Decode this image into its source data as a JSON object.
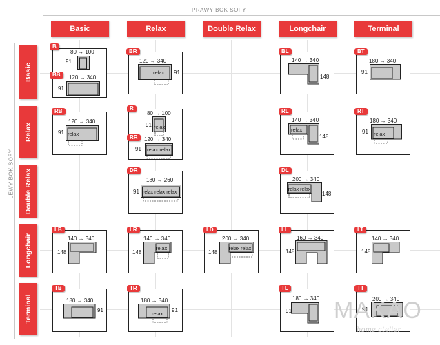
{
  "axes": {
    "top": "PRAWY BOK SOFY",
    "left": "LEWY BOK SOFY"
  },
  "columns": [
    "Basic",
    "Relax",
    "Double Relax",
    "Longchair",
    "Terminal"
  ],
  "rows": [
    "Basic",
    "Relax",
    "Double Relax",
    "Longchair",
    "Terminal"
  ],
  "cells": {
    "B": {
      "code": "B",
      "width": "80 → 100",
      "depth": "91"
    },
    "BB": {
      "code": "BB",
      "width": "120 → 340",
      "depth": "91"
    },
    "BR": {
      "code": "BR",
      "width": "120 → 340",
      "depth": "91",
      "relax": "relax"
    },
    "BL": {
      "code": "BL",
      "width": "140 → 340",
      "depth": "148"
    },
    "BT": {
      "code": "BT",
      "width": "180 → 340",
      "depth": "91"
    },
    "RB": {
      "code": "RB",
      "width": "120 → 340",
      "depth": "91",
      "relax": "relax"
    },
    "R": {
      "code": "R",
      "width": "80 → 100",
      "depth": "91",
      "relax": "relax"
    },
    "RR": {
      "code": "RR",
      "width": "120 → 340",
      "depth": "91",
      "relax": "relax relax"
    },
    "RL": {
      "code": "RL",
      "width": "140 → 340",
      "depth": "148",
      "relax": "relax"
    },
    "RT": {
      "code": "RT",
      "width": "180 → 340",
      "depth": "91",
      "relax": "relax"
    },
    "DR": {
      "code": "DR",
      "width": "180 → 260",
      "depth": "91",
      "relax": "relax relax relax"
    },
    "DL": {
      "code": "DL",
      "width": "200 → 340",
      "depth": "148",
      "relax": "relax relax"
    },
    "LB": {
      "code": "LB",
      "width": "140 → 340",
      "depth": "148"
    },
    "LR": {
      "code": "LR",
      "width": "140 → 340",
      "depth": "148",
      "relax": "relax"
    },
    "LD": {
      "code": "LD",
      "width": "200 → 340",
      "depth": "148",
      "relax": "relax relax"
    },
    "LL": {
      "code": "LL",
      "width": "160 → 340",
      "depth": "148"
    },
    "LT": {
      "code": "LT",
      "width": "140 → 340",
      "depth": "148"
    },
    "TB": {
      "code": "TB",
      "width": "180 → 340",
      "depth": "91"
    },
    "TR": {
      "code": "TR",
      "width": "180 → 340",
      "depth": "91",
      "relax": "relax"
    },
    "TL": {
      "code": "TL",
      "width": "180 → 340",
      "depth": "91"
    },
    "TT": {
      "code": "TT",
      "width": "200 → 340",
      "depth": "91"
    }
  },
  "logo": {
    "name": "MAKAO",
    "tagline": "home atelier"
  },
  "colors": {
    "accent": "#e8393a",
    "sofa_fill": "#c9c9c9"
  }
}
